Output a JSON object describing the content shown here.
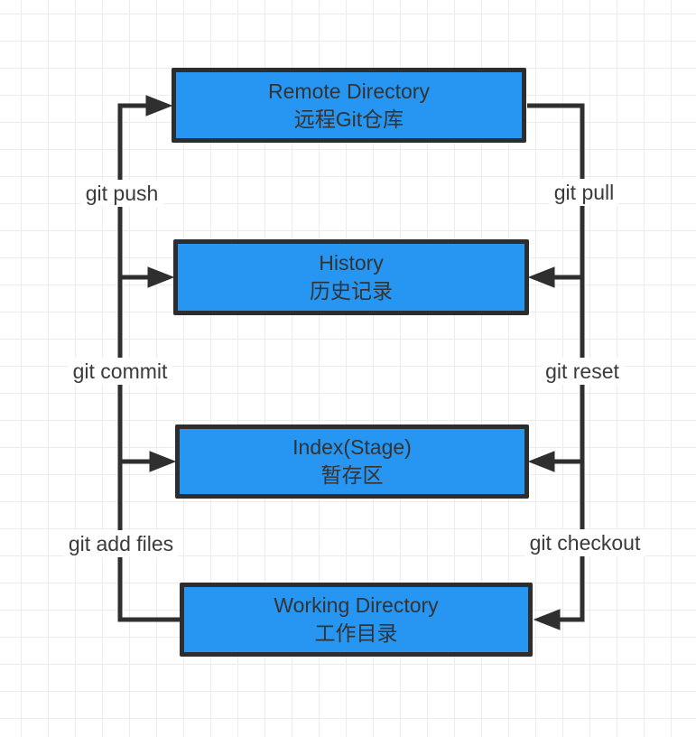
{
  "diagram": {
    "nodes": [
      {
        "id": "remote-directory",
        "title_en": "Remote Directory",
        "title_zh": "远程Git仓库"
      },
      {
        "id": "history",
        "title_en": "History",
        "title_zh": "历史记录"
      },
      {
        "id": "index-stage",
        "title_en": "Index(Stage)",
        "title_zh": "暂存区"
      },
      {
        "id": "working-directory",
        "title_en": "Working Directory",
        "title_zh": "工作目录"
      }
    ],
    "edge_labels": {
      "push": "git push",
      "commit": "git commit",
      "add": "git add files",
      "pull": "git pull",
      "reset": "git reset",
      "checkout": "git checkout"
    },
    "colors": {
      "node_fill": "#2696f2",
      "node_border": "#2d2d2d",
      "connector": "#2f2f2f",
      "text": "#333333",
      "grid_line": "#ececec",
      "background": "#ffffff"
    }
  }
}
